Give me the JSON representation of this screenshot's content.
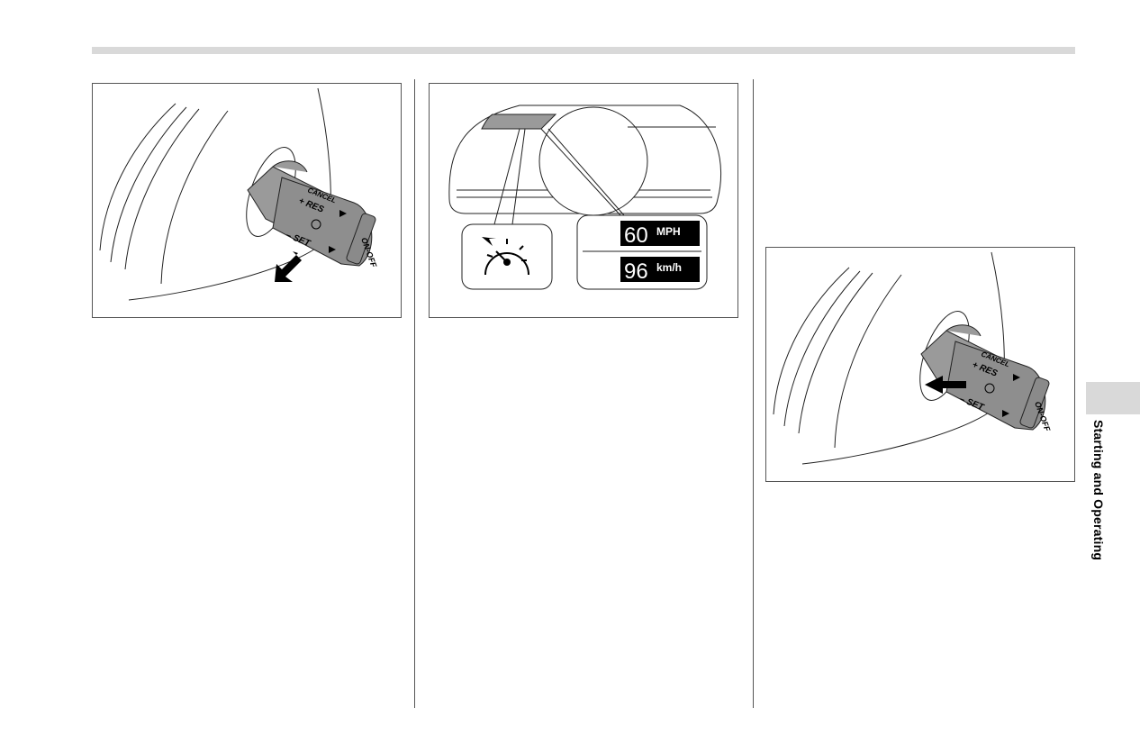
{
  "page": {
    "section_tab_label": "Starting and Operating"
  },
  "figure_lever_push": {
    "cancel_label": "CANCEL",
    "res_label": "+ RES",
    "set_label": "– SET",
    "onoff_label": "ON-OFF"
  },
  "figure_cluster": {
    "speed_mph_value": "60",
    "speed_mph_unit": "MPH",
    "speed_kmh_value": "96",
    "speed_kmh_unit": "km/h"
  },
  "figure_lever_pull": {
    "cancel_label": "CANCEL",
    "res_label": "+ RES",
    "set_label": "– SET",
    "onoff_label": "ON-OFF"
  },
  "colors": {
    "rule_gray": "#d9d9d9",
    "display_bg": "#000000",
    "lever_gray": "#9a9a9a"
  }
}
